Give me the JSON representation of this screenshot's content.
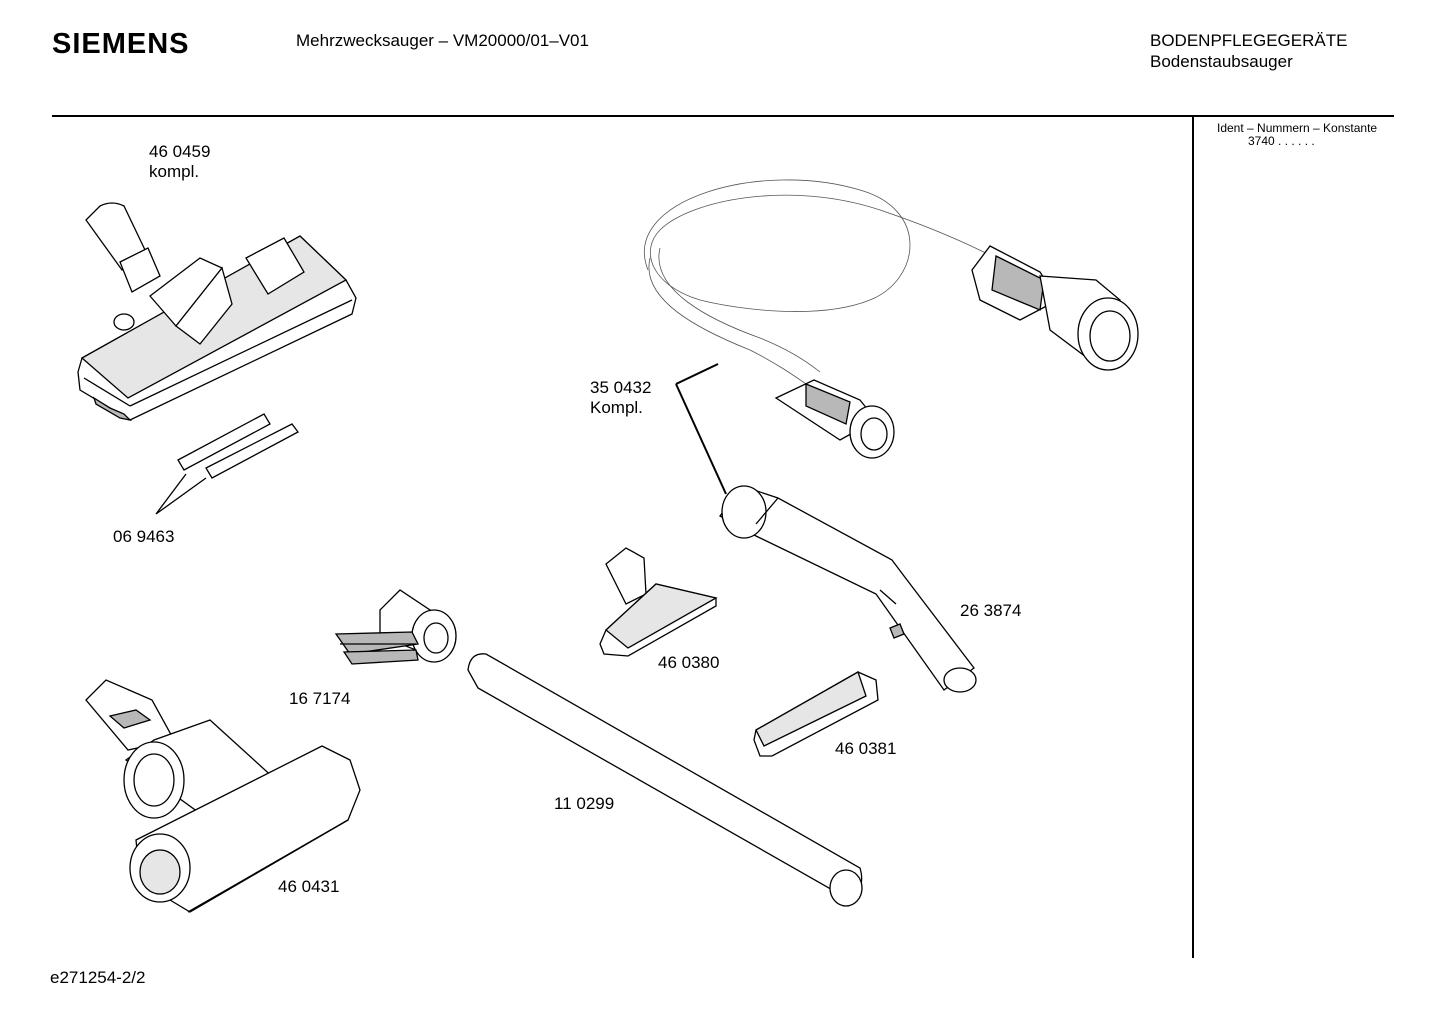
{
  "header": {
    "brand": "SIEMENS",
    "model_title": "Mehrzwecksauger – VM20000/01–V01",
    "category_line1": "BODENPFLEGEGERÄTE",
    "category_line2": "Bodenstaubsauger"
  },
  "ident": {
    "heading": "Ident – Nummern – Konstante",
    "value": "3740  . .    . . . ."
  },
  "parts": {
    "floor_nozzle": {
      "number": "46 0459",
      "note": "kompl."
    },
    "strips": {
      "number": "06 9463"
    },
    "hose": {
      "number": "35 0432",
      "note": "Kompl."
    },
    "handle_tube": {
      "number": "26 3874"
    },
    "upholstery_nozzle": {
      "number": "46 0380"
    },
    "brush_adapter": {
      "number": "16 7174"
    },
    "crevice_nozzle": {
      "number": "46 0381"
    },
    "extension_tube": {
      "number": "11 0299"
    },
    "turbo_brush": {
      "number": "46 0431"
    }
  },
  "footer": {
    "doc_id": "e271254-2/2"
  }
}
